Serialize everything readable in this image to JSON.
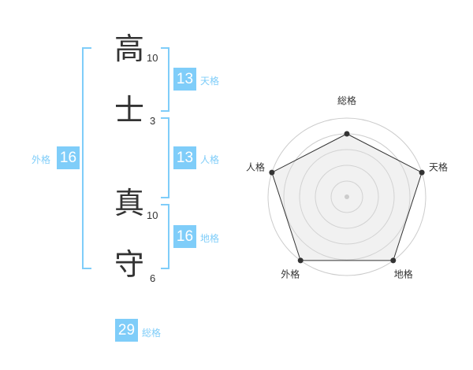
{
  "name": {
    "chars": [
      {
        "char": "高",
        "strokes": "10"
      },
      {
        "char": "士",
        "strokes": "3"
      },
      {
        "char": "真",
        "strokes": "10"
      },
      {
        "char": "守",
        "strokes": "6"
      }
    ]
  },
  "kaku": {
    "tenkaku": {
      "value": "13",
      "label": "天格"
    },
    "jinkaku": {
      "value": "13",
      "label": "人格"
    },
    "chikaku": {
      "value": "16",
      "label": "地格"
    },
    "gaikaku": {
      "value": "16",
      "label": "外格"
    },
    "soukaku": {
      "value": "29",
      "label": "総格"
    }
  },
  "colors": {
    "accent": "#7fcdf9"
  },
  "chart_data": {
    "type": "radar",
    "axes": [
      "総格",
      "天格",
      "地格",
      "外格",
      "人格"
    ],
    "values": [
      4,
      5,
      5,
      5,
      5
    ],
    "range": [
      0,
      5
    ],
    "rings": 5
  }
}
